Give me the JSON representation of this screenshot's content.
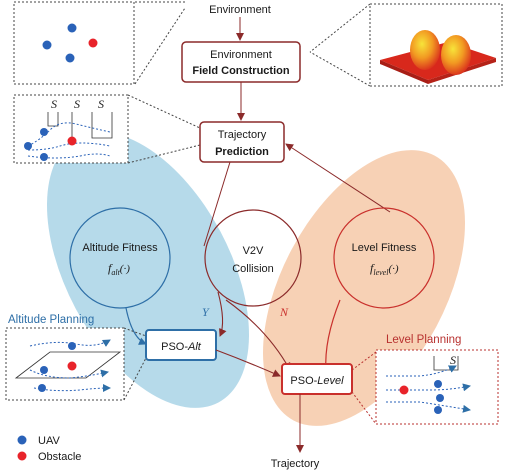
{
  "nodes": {
    "environment": "Environment",
    "field_construction_line1": "Environment",
    "field_construction_line2": "Field Construction",
    "trajectory_prediction_line1": "Trajectory",
    "trajectory_prediction_line2": "Prediction",
    "v2v_line1": "V2V",
    "v2v_line2": "Collision",
    "altitude_fitness_label": "Altitude Fitness",
    "altitude_fitness_symbol": "f",
    "altitude_fitness_sub": "alt",
    "altitude_fitness_arg": "(·)",
    "level_fitness_label": "Level Fitness",
    "level_fitness_symbol": "f",
    "level_fitness_sub": "level",
    "level_fitness_arg": "(·)",
    "pso_alt_prefix": "PSO-",
    "pso_alt_suffix": "Alt",
    "pso_level_prefix": "PSO-",
    "pso_level_suffix": "Level",
    "trajectory_output": "Trajectory"
  },
  "branch_labels": {
    "yes": "Y",
    "no": "N"
  },
  "planning_labels": {
    "altitude": "Altitude Planning",
    "level": "Level Planning"
  },
  "inset_labels": {
    "s1": "S",
    "s2": "S",
    "s3": "S",
    "s_level": "S"
  },
  "legend": {
    "uav": "UAV",
    "obstacle": "Obstacle"
  },
  "colors": {
    "uav": "#2a62b8",
    "obstacle": "#e8232a",
    "altitude_region": "#a9d4e6",
    "level_region": "#f6c9a8",
    "box_border": "#8b2a2a",
    "arrow": "#8b2a2a",
    "pso_alt_border": "#2e6fa7",
    "pso_level_border": "#c9302c"
  },
  "icons": {
    "uav": "blue-dot",
    "obstacle": "red-dot",
    "field": "3d-surface-plot"
  }
}
